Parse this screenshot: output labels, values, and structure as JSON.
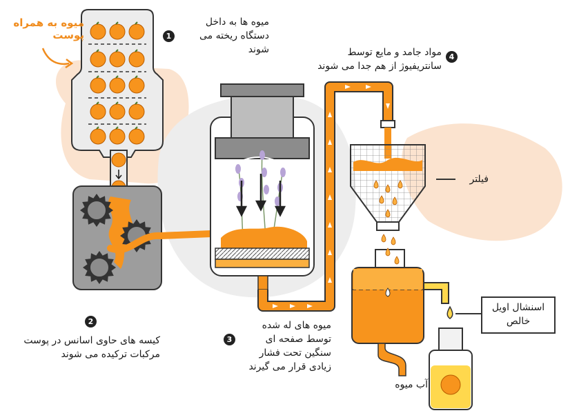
{
  "labels": {
    "fruit_with_peel": "میوه به همراه پوست",
    "step1": "میوه ها به داخل دستگاه ریخته می شوند",
    "step2": "کیسه های حاوی اسانس در پوست مرکبات ترکیده می شوند",
    "step3": "میوه های له شده توسط صفحه ای سنگین تحت فشار زیادی قرار می گیرند",
    "step4": "مواد جامد و مایع توسط سانتریفیوژ از هم جدا می شوند",
    "filter": "فیلتر",
    "juice": "آب میوه",
    "essential_oil": "اسنشال اویل خالص"
  },
  "badges": {
    "b1": "1",
    "b2": "2",
    "b3": "3",
    "b4": "4"
  },
  "colors": {
    "orange": "#f7941d",
    "light_orange": "#fbb040",
    "grey_panel": "#9d9d9d",
    "hopper": "#ececec",
    "peach_blob": "#fbe3cf",
    "grey_blob": "#ededed",
    "lavender": "#b7a4d6",
    "oil_yellow": "#ffd84d"
  }
}
